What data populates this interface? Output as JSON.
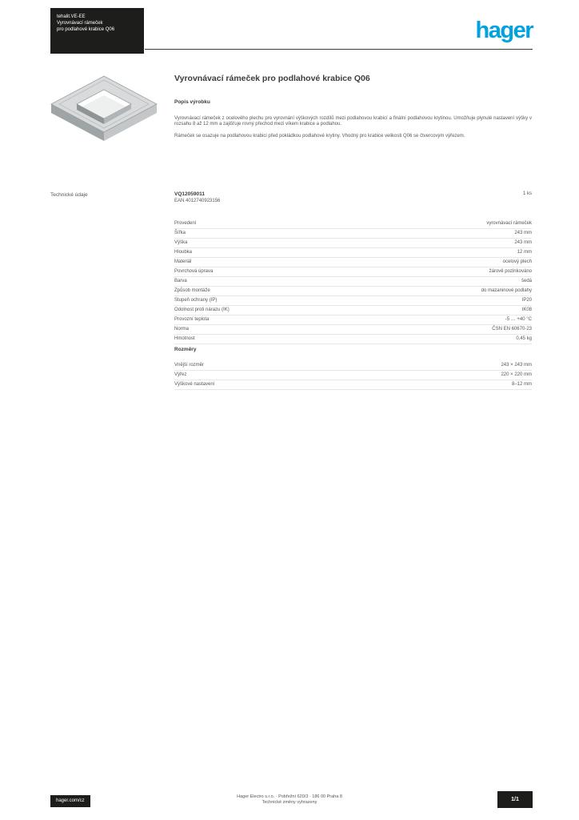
{
  "colors": {
    "brand_blue": "#00a3e0",
    "block_dark": "#1d1d1b"
  },
  "header": {
    "block_lines": [
      "tehalit.VE-EE",
      "Vyrovnávací rámeček",
      "pro podlahové krabice Q06"
    ],
    "logo_text": "hager"
  },
  "image": {
    "name": "leveling-frame-isometric-view"
  },
  "product": {
    "title": "Vyrovnávací rámeček pro podlahové krabice Q06",
    "subheading": "Popis výrobku",
    "description": [
      "Vyrovnávací rámeček z ocelového plechu pro vyrovnání výškových rozdílů mezi podlahovou krabicí a finální podlahovou krytinou. Umožňuje plynulé nastavení výšky v rozsahu 8 až 12 mm a zajišťuje rovný přechod mezi víkem krabice a podlahou.",
      "Rámeček se osazuje na podlahovou krabici před pokládkou podlahové krytiny. Vhodný pro krabice velikosti Q06 se čtvercovým výřezem."
    ]
  },
  "sidebar": {
    "section_label": "Technické údaje"
  },
  "ordering": {
    "rows": [
      {
        "label": "VQ12059011",
        "value": "1 ks"
      },
      {
        "label": "EAN 4012740923156",
        "value": ""
      }
    ]
  },
  "specs": {
    "rows": [
      {
        "label": "Provedení",
        "value": "vyrovnávací rámeček"
      },
      {
        "label": "Šířka",
        "value": "243 mm"
      },
      {
        "label": "Výška",
        "value": "243 mm"
      },
      {
        "label": "Hloubka",
        "value": "12 mm"
      },
      {
        "label": "Materiál",
        "value": "ocelový plech"
      },
      {
        "label": "Povrchová úprava",
        "value": "žárově pozinkováno"
      },
      {
        "label": "Barva",
        "value": "šedá"
      },
      {
        "label": "Způsob montáže",
        "value": "do mazaninové podlahy"
      },
      {
        "label": "Stupeň ochrany (IP)",
        "value": "IP20"
      },
      {
        "label": "Odolnost proti nárazu (IK)",
        "value": "IK08"
      },
      {
        "label": "Provozní teplota",
        "value": "-5 … +40 °C"
      },
      {
        "label": "Norma",
        "value": "ČSN EN 60670-23"
      },
      {
        "label": "Hmotnost",
        "value": "0,45 kg"
      }
    ]
  },
  "dimensions": {
    "heading": "Rozměry",
    "rows": [
      {
        "label": "Vnější rozměr",
        "value": "243 × 243 mm"
      },
      {
        "label": "Výřez",
        "value": "220 × 220 mm"
      },
      {
        "label": "Výškové nastavení",
        "value": "8–12 mm"
      }
    ]
  },
  "footer": {
    "website": "hager.com/cz",
    "center_lines": [
      "Hager Electro s.r.o. · Pobřežní 620/3 · 186 00 Praha 8",
      "Technické změny vyhrazeny"
    ],
    "page_indicator": "1/1"
  }
}
